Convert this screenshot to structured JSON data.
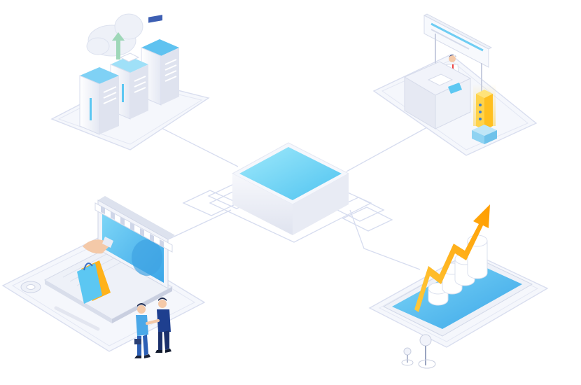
{
  "scene": {
    "description_hidden": "",
    "colors": {
      "accent_blue": "#5cc7f2",
      "light_blue": "#aee4fa",
      "panel": "#eef1f8",
      "line": "#d6dcef",
      "orange": "#ffb21a",
      "dark_blue": "#1e3f8f"
    },
    "nodes": [
      {
        "name": "server-cluster",
        "icon": "server-icon"
      },
      {
        "name": "info-kiosk",
        "icon": "kiosk-icon"
      },
      {
        "name": "online-shop-laptop",
        "icon": "laptop-shop-icon"
      },
      {
        "name": "growth-chart-phone",
        "icon": "growth-chart-icon"
      },
      {
        "name": "central-hub",
        "icon": "hub-icon"
      }
    ]
  }
}
